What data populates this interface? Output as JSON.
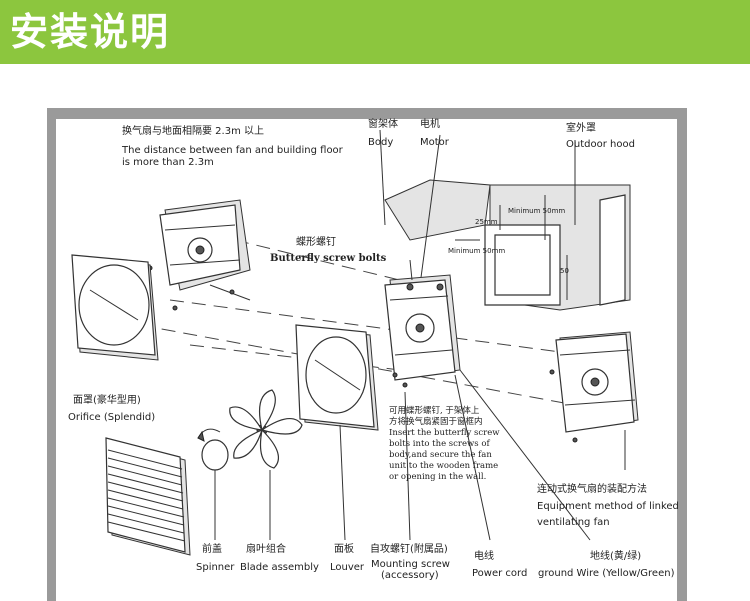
{
  "banner": {
    "title": "安装说明",
    "color": "#8cc63e"
  },
  "labels": {
    "distance_cn": "换气扇与地面相隔要 2.3m 以上",
    "distance_en_1": "The distance between fan and building floor",
    "distance_en_2": "is more than 2.3m",
    "body_cn": "窗架体",
    "body_en": "Body",
    "motor_cn": "电机",
    "motor_en": "Motor",
    "hood_cn": "室外罩",
    "hood_en": "Outdoor  hood",
    "butterfly_cn": "蝶形螺钉",
    "butterfly_en": "Butterfly screw bolts",
    "orifice_cn": "面罩(豪华型用)",
    "orifice_en": "Orifice (Splendid)",
    "spinner_cn": "前盖",
    "spinner_en": "Spinner",
    "blade_cn": "扇叶组合",
    "blade_en": "Blade assembly",
    "louver_cn": "面板",
    "louver_en": "Louver",
    "mounting_cn": "自攻螺钉(附属品)",
    "mounting_en_1": "Mounting screw",
    "mounting_en_2": "(accessory)",
    "power_cn": "电线",
    "power_en": "Power cord",
    "ground_cn": "地线(黄/绿)",
    "ground_en": "ground Wire (Yellow/Green)",
    "linked_cn": "连动式换气扇的装配方法",
    "linked_en_1": "Equipment method of linked",
    "linked_en_2": "ventilating fan",
    "dim_25": "25mm",
    "dim_min_50": "Minimum 50mm",
    "dim_min_50_b": "Minimum 50mm",
    "dim_50": "50"
  },
  "note": {
    "line1": "可用蝶形螺钉, 于架体上",
    "line2": "方将换气扇紧固于窗框内",
    "line3": "Insert the butterfly screw",
    "line4": "bolts into the screws of",
    "line5": "body,and secure the fan",
    "line6": "unit to the wooden frame",
    "line7": "or opening in the wall."
  }
}
